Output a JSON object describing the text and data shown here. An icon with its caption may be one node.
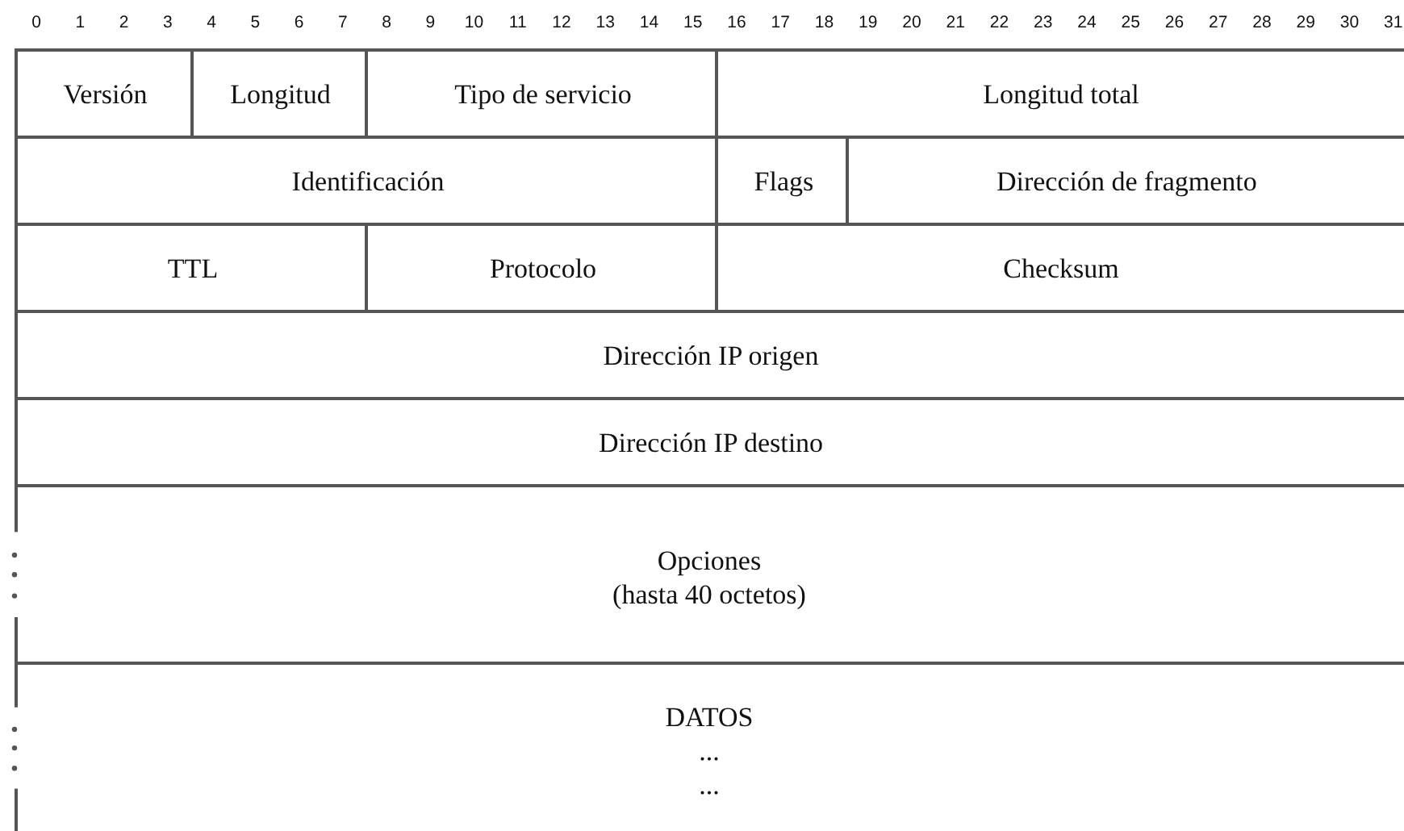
{
  "diagram": {
    "nodes": [
      {
        "text": [
          "Versión"
        ]
      },
      {
        "text": [
          "Longitud"
        ]
      },
      {
        "text": [
          "Tipo de servicio"
        ]
      },
      {
        "text": [
          "Longitud total"
        ]
      },
      {
        "text": [
          "Identificación"
        ]
      },
      {
        "text": [
          "Flags"
        ]
      },
      {
        "text": [
          "Dirección de fragmento"
        ]
      },
      {
        "text": [
          "TTL"
        ]
      },
      {
        "text": [
          "Protocolo"
        ]
      },
      {
        "text": [
          "Checksum"
        ]
      },
      {
        "text": [
          "Dirección IP origen"
        ]
      },
      {
        "text": [
          "Dirección IP destino"
        ]
      },
      {
        "text": [
          "Opciones",
          "(hasta 40 octetos)"
        ]
      },
      {
        "text": [
          "DATOS",
          "...",
          "..."
        ]
      }
    ],
    "labels": [
      "0",
      "1",
      "2",
      "3",
      "4",
      "5",
      "6",
      "7",
      "8",
      "9",
      "10",
      "11",
      "12",
      "13",
      "14",
      "15",
      "16",
      "17",
      "18",
      "19",
      "20",
      "21",
      "22",
      "23",
      "24",
      "25",
      "26",
      "27",
      "28",
      "29",
      "30",
      "31"
    ]
  }
}
